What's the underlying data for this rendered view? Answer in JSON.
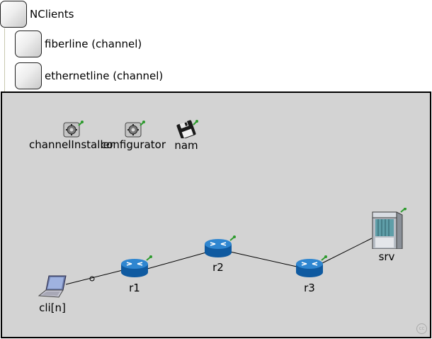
{
  "tree": {
    "root_label": "NClients",
    "children": [
      {
        "label": "fiberline (channel)"
      },
      {
        "label": "ethernetline (channel)"
      }
    ]
  },
  "network": {
    "nodes": {
      "channelInstaller": {
        "label": "channelInstaller",
        "icon": "gear-icon"
      },
      "configurator": {
        "label": "configurator",
        "icon": "gear-icon"
      },
      "nam": {
        "label": "nam",
        "icon": "floppy-disk-icon"
      },
      "cli": {
        "label": "cli[n]",
        "icon": "laptop-icon"
      },
      "r1": {
        "label": "r1",
        "icon": "router-icon"
      },
      "r2": {
        "label": "r2",
        "icon": "router-icon"
      },
      "r3": {
        "label": "r3",
        "icon": "router-icon"
      },
      "srv": {
        "label": "srv",
        "icon": "server-icon"
      }
    }
  },
  "colors": {
    "canvas_bg": "#d3d3d3",
    "router_blue": "#1b6fb5",
    "status_green": "#2e9b2e"
  }
}
